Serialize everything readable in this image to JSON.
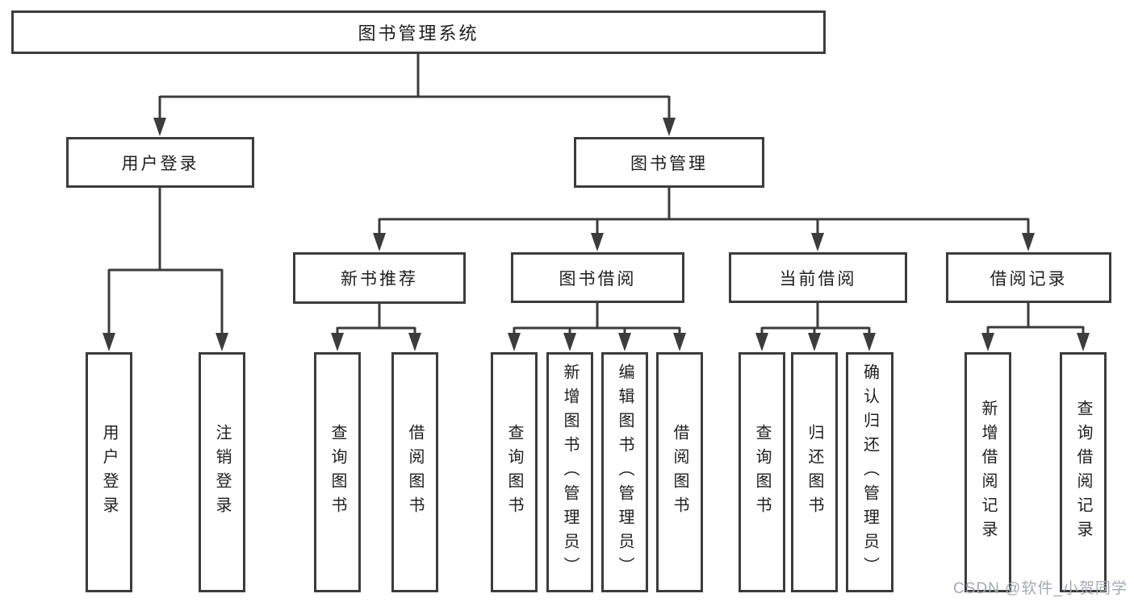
{
  "diagram": {
    "title": "图书管理系统",
    "level1": [
      {
        "label": "用户登录"
      },
      {
        "label": "图书管理"
      }
    ],
    "level2": [
      {
        "label": "新书推荐",
        "parent": "图书管理"
      },
      {
        "label": "图书借阅",
        "parent": "图书管理"
      },
      {
        "label": "当前借阅",
        "parent": "图书管理"
      },
      {
        "label": "借阅记录",
        "parent": "图书管理"
      }
    ],
    "leaves": [
      {
        "label": "用户登录",
        "parent": "用户登录"
      },
      {
        "label": "注销登录",
        "parent": "用户登录"
      },
      {
        "label": "查询图书",
        "parent": "新书推荐"
      },
      {
        "label": "借阅图书",
        "parent": "新书推荐"
      },
      {
        "label": "查询图书",
        "parent": "图书借阅"
      },
      {
        "label": "新增图书（管理员）",
        "parent": "图书借阅"
      },
      {
        "label": "编辑图书（管理员）",
        "parent": "图书借阅"
      },
      {
        "label": "借阅图书",
        "parent": "图书借阅"
      },
      {
        "label": "查询图书",
        "parent": "当前借阅"
      },
      {
        "label": "归还图书",
        "parent": "当前借阅"
      },
      {
        "label": "确认归还（管理员）",
        "parent": "当前借阅"
      },
      {
        "label": "新增借阅记录",
        "parent": "借阅记录"
      },
      {
        "label": "查询借阅记录",
        "parent": "借阅记录"
      }
    ]
  },
  "watermark": {
    "text": "CSDN @软件_小贺同学",
    "color": "#a6a9af"
  },
  "colors": {
    "line": "#3c3c3c",
    "text": "#1e1e1e",
    "background": "#ffffff"
  }
}
